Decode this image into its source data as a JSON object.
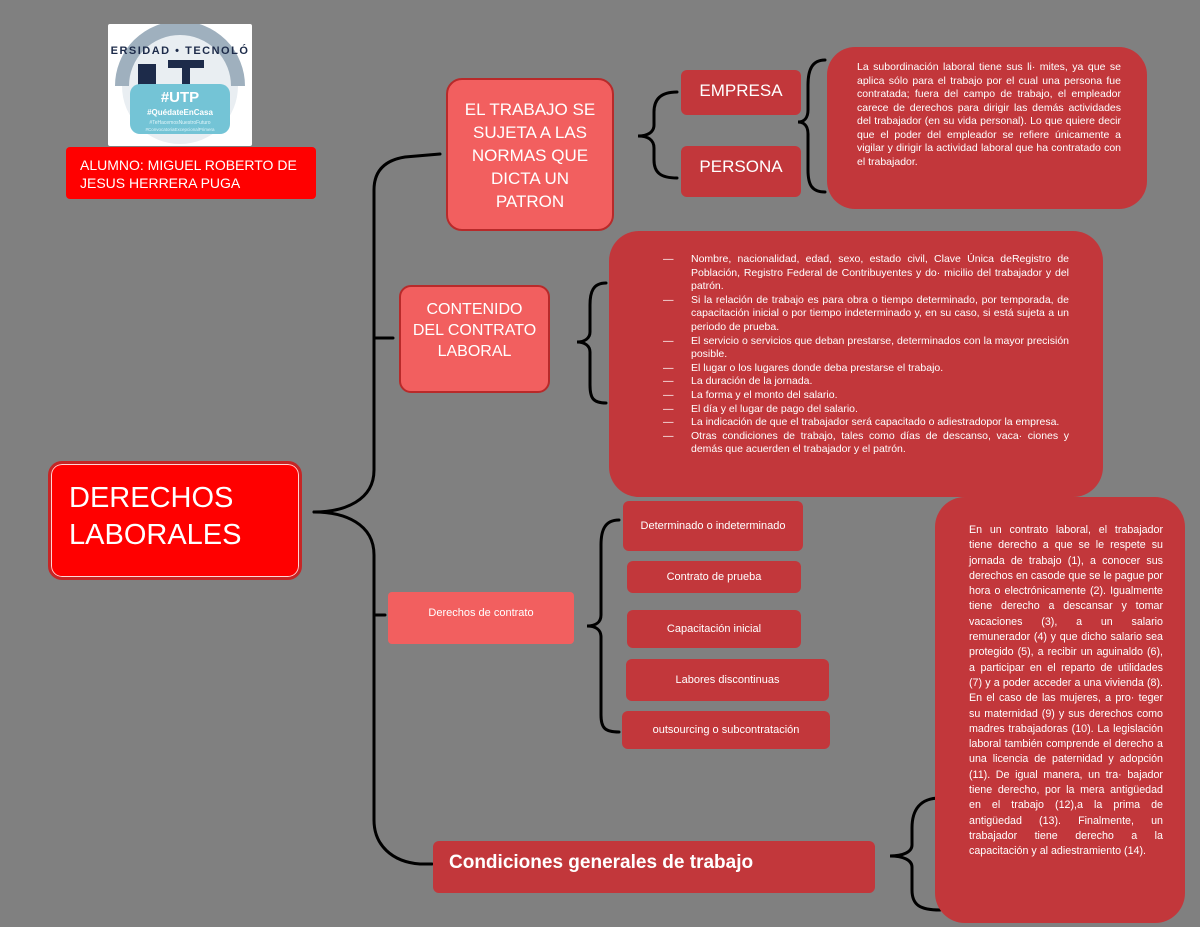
{
  "logo": {
    "arc_text": "ERSIDAD • TECNOLÓ",
    "tag": "#UTP",
    "hashtag": "#QuédateEnCasa",
    "line1": "#TeHacemosNuestroFuturo",
    "line2": "#ConvocatoriaExcepcionalPrimera"
  },
  "student": {
    "label": "ALUMNO: MIGUEL ROBERTO DE JESUS HERRERA PUGA"
  },
  "main_topic": {
    "line1": "DERECHOS",
    "line2": "LABORALES"
  },
  "trabajo": {
    "text": "EL TRABAJO SE SUJETA A LAS NORMAS QUE DICTA UN PATRON",
    "empresa": "EMPRESA",
    "persona": "PERSONA",
    "note": "La subordinación laboral tiene sus li· mites, ya que se aplica sólo para el trabajo por el cual una persona fue contratada; fuera del campo de trabajo, el empleador carece de derechos para dirigir las demás actividades del trabajador (en su vida personal). Lo que quiere decir que el poder del empleador se refiere únicamente a vigilar y dirigir la actividad laboral que ha contratado con el trabajador."
  },
  "contenido": {
    "text": "CONTENIDO DEL CONTRATO LABORAL",
    "items": [
      "Nombre, nacionalidad, edad, sexo, estado civil, Clave Única deRegistro de Población, Registro Federal de Contribuyentes y do· micilio del trabajador y del patrón.",
      "Si la relación de trabajo es para obra o tiempo determinado, por temporada, de capacitación inicial o por tiempo indeterminado y, en su caso, si está sujeta a un periodo de prueba.",
      "El servicio o servicios que deban prestarse, determinados con la mayor precisión posible.",
      "El lugar o los lugares donde deba prestarse el trabajo.",
      "La duración de la jornada.",
      "La forma y el monto del salario.",
      "El día y el lugar de pago del salario.",
      "La indicación de que el trabajador será capacitado o adiestradopor la empresa.",
      "Otras condiciones de trabajo, tales como días de descanso, vaca· ciones y demás que acuerden el trabajador y el patrón."
    ]
  },
  "derechos_contrato": {
    "label": "Derechos de contrato",
    "items": [
      "Determinado o indeterminado",
      "Contrato de prueba",
      "Capacitación inicial",
      "Labores discontinuas",
      "outsourcing o subcontratación"
    ]
  },
  "condiciones": {
    "label": "Condiciones generales de trabajo",
    "note": "En un contrato laboral, el trabajador tiene derecho a que se le respete su jornada de trabajo (1), a conocer sus derechos en casode que se le pague por hora o electrónicamente (2). Igualmente tiene derecho a descansar y tomar vacaciones (3), a un salario remunerador (4) y que dicho salario sea protegido (5), a recibir un aguinaldo (6), a participar en el reparto de utilidades (7) y a poder acceder a una vivienda (8). En el caso de las mujeres, a pro· teger su maternidad (9) y sus derechos como madres trabajadoras (10). La legislación laboral también comprende el derecho a una licencia de paternidad y adopción (11). De igual manera, un tra· bajador tiene derecho, por la mera antigüedad en el trabajo (12),a la prima de antigüedad (13). Finalmente, un trabajador tiene derecho a la capacitación y al adiestramiento (14)."
  },
  "colors": {
    "background": "#808080",
    "bright_red": "#ff0000",
    "salmon": "#f25f5f",
    "dark_red": "#c2373b",
    "connector": "#000000"
  }
}
